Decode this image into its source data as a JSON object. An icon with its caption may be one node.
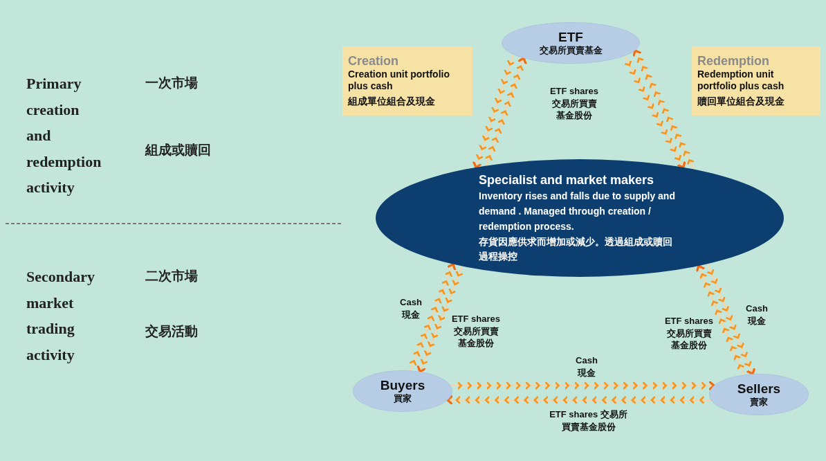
{
  "diagram": {
    "nodes": [
      {
        "text": [
          "ETF",
          "交易所買賣基金"
        ]
      },
      {
        "text": [
          "Creation",
          "Creation unit portfolio plus cash",
          "組成單位組合及現金"
        ]
      },
      {
        "text": [
          "Redemption",
          "Redemption unit portfolio plus cash",
          "贖回單位組合及現金"
        ]
      },
      {
        "text": [
          "Specialist and market makers",
          "Inventory rises and falls due to supply and demand . Managed through creation / redemption process.",
          "存貨因應供求而增加或減少。透過組成或贖回過程操控"
        ]
      },
      {
        "text": [
          "Buyers",
          "買家"
        ]
      },
      {
        "text": [
          "Sellers",
          "賣家"
        ]
      }
    ],
    "edges": [
      {
        "from": 3,
        "to": 0,
        "arrow": "to"
      },
      {
        "from": 0,
        "to": 3,
        "arrow": "to"
      },
      {
        "from": 3,
        "to": 0,
        "arrow": "to"
      },
      {
        "from": 0,
        "to": 3,
        "arrow": "to"
      },
      {
        "from": 4,
        "to": 3,
        "arrow": "to",
        "label": "Cash 現金"
      },
      {
        "from": 3,
        "to": 4,
        "arrow": "to",
        "label": "ETF shares 交易所買賣基金股份"
      },
      {
        "from": 3,
        "to": 5,
        "arrow": "to",
        "label": "Cash 現金"
      },
      {
        "from": 5,
        "to": 3,
        "arrow": "to",
        "label": "ETF shares 交易所買賣基金股份"
      },
      {
        "from": 4,
        "to": 5,
        "arrow": "to",
        "label": "Cash 現金"
      },
      {
        "from": 5,
        "to": 4,
        "arrow": "to",
        "label": "ETF shares 交易所買賣基金股份"
      }
    ],
    "labels": [
      "Primary creation and redemption activity",
      "一次市場",
      "組成或贖回",
      "Secondary market trading activity",
      "二次市場",
      "交易活動",
      "ETF shares 交易所買賣基金股份"
    ]
  }
}
